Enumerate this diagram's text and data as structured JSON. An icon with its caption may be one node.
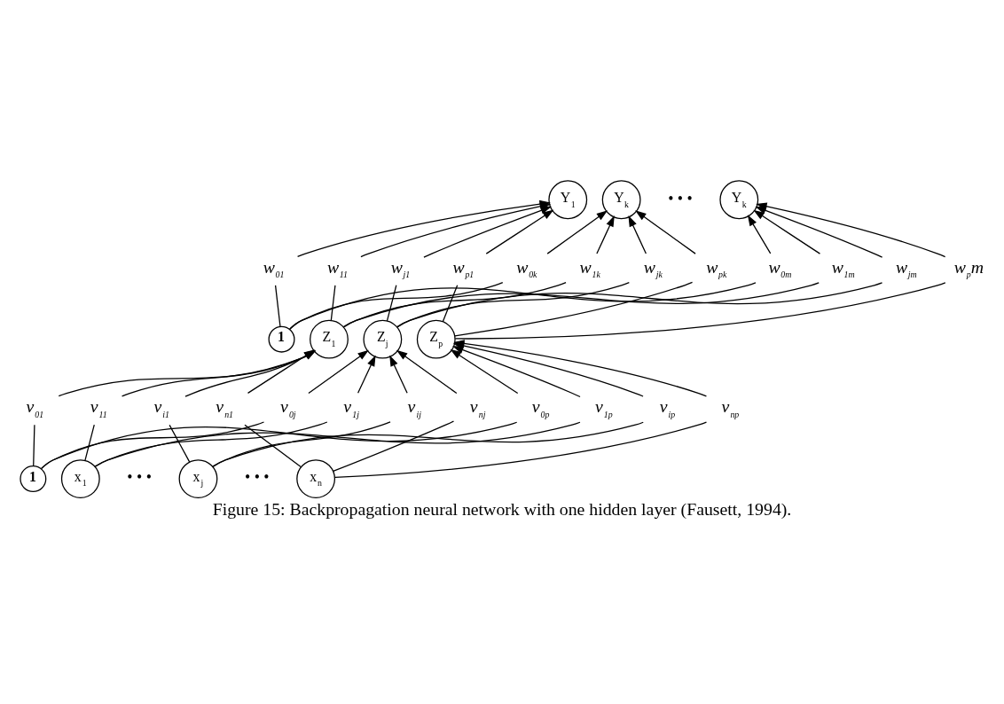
{
  "diagram": {
    "caption": "Figure 15: Backpropagation neural network with one hidden layer (Fausett, 1994).",
    "nodes": [
      {
        "text": [
          "Y$_{1}$"
        ]
      },
      {
        "text": [
          "Y$_{k}$"
        ]
      },
      {
        "text": [
          "Y$_{k}$"
        ]
      },
      {
        "text": [
          "w$_{01}$"
        ]
      },
      {
        "text": [
          "w$_{11}$"
        ]
      },
      {
        "text": [
          "w$_{j1}$"
        ]
      },
      {
        "text": [
          "w$_{p1}$"
        ]
      },
      {
        "text": [
          "w$_{0k}$"
        ]
      },
      {
        "text": [
          "w$_{1k}$"
        ]
      },
      {
        "text": [
          "w$_{jk}$"
        ]
      },
      {
        "text": [
          "w$_{pk}$"
        ]
      },
      {
        "text": [
          "w$_{0m}$"
        ]
      },
      {
        "text": [
          "w$_{1m}$"
        ]
      },
      {
        "text": [
          "w$_{jm}$"
        ]
      },
      {
        "text": [
          "w$_{p}$m"
        ]
      },
      {
        "text": [
          "1"
        ]
      },
      {
        "text": [
          "Z$_{1}$"
        ]
      },
      {
        "text": [
          "Z$_{j}$"
        ]
      },
      {
        "text": [
          "Z$_{p}$"
        ]
      },
      {
        "text": [
          "v$_{01}$"
        ]
      },
      {
        "text": [
          "v$_{11}$"
        ]
      },
      {
        "text": [
          "v$_{i1}$"
        ]
      },
      {
        "text": [
          "v$_{n1}$"
        ]
      },
      {
        "text": [
          "v$_{0j}$"
        ]
      },
      {
        "text": [
          "v$_{1j}$"
        ]
      },
      {
        "text": [
          "v$_{ij}$"
        ]
      },
      {
        "text": [
          "v$_{nj}$"
        ]
      },
      {
        "text": [
          "v$_{0p}$"
        ]
      },
      {
        "text": [
          "v$_{1p}$"
        ]
      },
      {
        "text": [
          "v$_{ip}$"
        ]
      },
      {
        "text": [
          "v$_{np}$"
        ]
      },
      {
        "text": [
          "1"
        ]
      },
      {
        "text": [
          "x$_{1}$"
        ]
      },
      {
        "text": [
          "x$_{j}$"
        ]
      },
      {
        "text": [
          "x$_{n}$"
        ]
      }
    ],
    "edges": [
      {
        "from": 3,
        "to": 0,
        "arrow": "to"
      },
      {
        "from": 4,
        "to": 0,
        "arrow": "to"
      },
      {
        "from": 5,
        "to": 0,
        "arrow": "to"
      },
      {
        "from": 6,
        "to": 0,
        "arrow": "to"
      },
      {
        "from": 7,
        "to": 1,
        "arrow": "to"
      },
      {
        "from": 8,
        "to": 1,
        "arrow": "to"
      },
      {
        "from": 9,
        "to": 1,
        "arrow": "to"
      },
      {
        "from": 10,
        "to": 1,
        "arrow": "to"
      },
      {
        "from": 11,
        "to": 2,
        "arrow": "to"
      },
      {
        "from": 12,
        "to": 2,
        "arrow": "to"
      },
      {
        "from": 13,
        "to": 2,
        "arrow": "to"
      },
      {
        "from": 14,
        "to": 2,
        "arrow": "to"
      },
      {
        "from": 15,
        "to": 3,
        "arrow": "none"
      },
      {
        "from": 15,
        "to": 7,
        "arrow": "none"
      },
      {
        "from": 15,
        "to": 11,
        "arrow": "none"
      },
      {
        "from": 16,
        "to": 4,
        "arrow": "none"
      },
      {
        "from": 16,
        "to": 8,
        "arrow": "none"
      },
      {
        "from": 16,
        "to": 12,
        "arrow": "none"
      },
      {
        "from": 17,
        "to": 5,
        "arrow": "none"
      },
      {
        "from": 17,
        "to": 9,
        "arrow": "none"
      },
      {
        "from": 17,
        "to": 13,
        "arrow": "none"
      },
      {
        "from": 18,
        "to": 6,
        "arrow": "none"
      },
      {
        "from": 18,
        "to": 10,
        "arrow": "none"
      },
      {
        "from": 18,
        "to": 14,
        "arrow": "none"
      },
      {
        "from": 19,
        "to": 16,
        "arrow": "to"
      },
      {
        "from": 20,
        "to": 16,
        "arrow": "to"
      },
      {
        "from": 21,
        "to": 16,
        "arrow": "to"
      },
      {
        "from": 22,
        "to": 16,
        "arrow": "to"
      },
      {
        "from": 23,
        "to": 17,
        "arrow": "to"
      },
      {
        "from": 24,
        "to": 17,
        "arrow": "to"
      },
      {
        "from": 25,
        "to": 17,
        "arrow": "to"
      },
      {
        "from": 26,
        "to": 17,
        "arrow": "to"
      },
      {
        "from": 27,
        "to": 18,
        "arrow": "to"
      },
      {
        "from": 28,
        "to": 18,
        "arrow": "to"
      },
      {
        "from": 29,
        "to": 18,
        "arrow": "to"
      },
      {
        "from": 30,
        "to": 18,
        "arrow": "to"
      },
      {
        "from": 31,
        "to": 19,
        "arrow": "none"
      },
      {
        "from": 31,
        "to": 23,
        "arrow": "none"
      },
      {
        "from": 31,
        "to": 27,
        "arrow": "none"
      },
      {
        "from": 32,
        "to": 20,
        "arrow": "none"
      },
      {
        "from": 32,
        "to": 24,
        "arrow": "none"
      },
      {
        "from": 32,
        "to": 28,
        "arrow": "none"
      },
      {
        "from": 33,
        "to": 21,
        "arrow": "none"
      },
      {
        "from": 33,
        "to": 25,
        "arrow": "none"
      },
      {
        "from": 33,
        "to": 29,
        "arrow": "none"
      },
      {
        "from": 34,
        "to": 22,
        "arrow": "none"
      },
      {
        "from": 34,
        "to": 26,
        "arrow": "none"
      },
      {
        "from": 34,
        "to": 30,
        "arrow": "none"
      }
    ],
    "labels": [
      "• • •",
      "• • •",
      "• • •"
    ]
  }
}
